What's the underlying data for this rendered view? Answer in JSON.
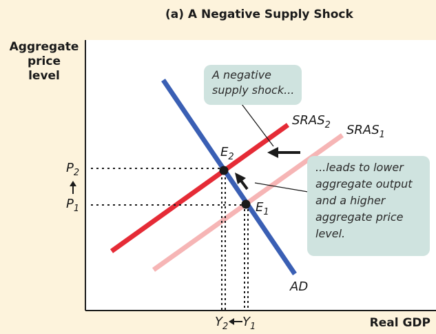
{
  "title": "(a) A Negative Supply Shock",
  "y_axis_label": [
    "Aggregate",
    "price",
    "level"
  ],
  "x_axis_label": "Real GDP",
  "curves": {
    "ad": "AD",
    "sras1": "SRAS",
    "sras1_sub": "1",
    "sras2": "SRAS",
    "sras2_sub": "2"
  },
  "points": {
    "e1": "E",
    "e1_sub": "1",
    "e2": "E",
    "e2_sub": "2"
  },
  "ticks": {
    "p1": "P",
    "p1_sub": "1",
    "p2": "P",
    "p2_sub": "2",
    "y1": "Y",
    "y1_sub": "1",
    "y2": "Y",
    "y2_sub": "2"
  },
  "callouts": {
    "top": [
      "A negative",
      "supply shock..."
    ],
    "bottom": [
      "...leads to lower",
      "aggregate output",
      "and a higher",
      "aggregate price",
      "level."
    ]
  },
  "colors": {
    "ad": "#3a5fb4",
    "sras2": "#e52b36",
    "sras1": "#f6b5b5",
    "background": "#fdf3dc",
    "callout": "#cfe3df"
  }
}
